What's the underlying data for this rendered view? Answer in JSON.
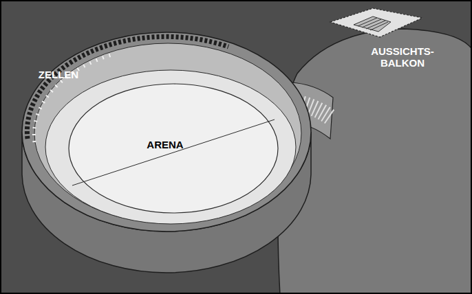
{
  "diagram": {
    "labels": [
      "ZELLEN",
      "ARENA",
      "AUSSICHTS- BALKON"
    ]
  }
}
